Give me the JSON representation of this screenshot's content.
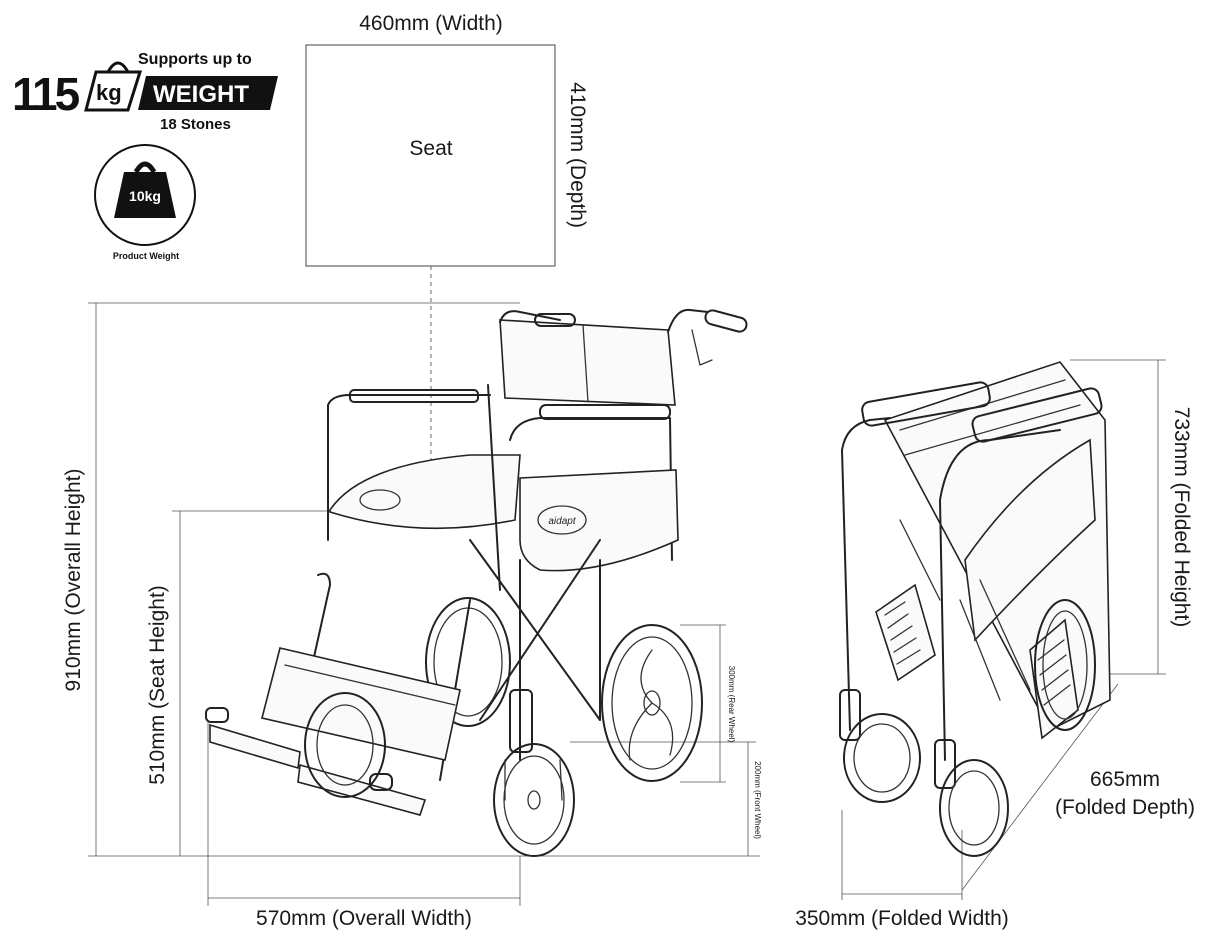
{
  "badge": {
    "weight_number": "115",
    "unit": "kg",
    "supports_text": "Supports up to",
    "weight_word": "WEIGHT",
    "stones_text": "18 Stones",
    "product_weight_value": "10kg",
    "product_weight_label": "Product Weight"
  },
  "seat": {
    "label": "Seat",
    "width_label": "460mm (Width)",
    "depth_label": "410mm (Depth)"
  },
  "dimensions": {
    "overall_height": "910mm (Overall Height)",
    "seat_height": "510mm (Seat Height)",
    "overall_width": "570mm (Overall Width)",
    "rear_wheel": "300mm (Rear Wheel)",
    "front_wheel": "200mm (Front Wheel)",
    "folded_height": "733mm (Folded Height)",
    "folded_depth_line1": "665mm",
    "folded_depth_line2": "(Folded Depth)",
    "folded_width": "350mm (Folded Width)"
  },
  "brand": "aidapt"
}
